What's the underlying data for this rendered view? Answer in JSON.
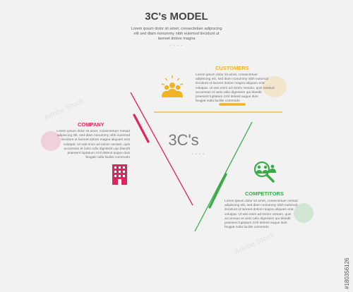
{
  "header": {
    "title": "3C's MODEL",
    "subtitle_lines": [
      "Lorem ipsum dolor sit amet, consectetuer adipiscing",
      "elit sed diam nonummy nibh euismod tincidunt ut",
      "laoreet dolore magna"
    ],
    "dots": "• • • •"
  },
  "center": {
    "label": "3C's",
    "dots": "• • • •"
  },
  "colors": {
    "customers": "#f0b323",
    "company": "#e0245e",
    "competitors": "#3bab4a"
  },
  "sections": {
    "customers": {
      "title": "CUSTOMERS",
      "icon": "people-group-icon",
      "lines": [
        "Lorem ipsum dolor sit amet, consectetuer",
        "adipiscing elit, sed diam nonummy nibh euismod",
        "tincidunt ut laoreet dolore magna aliquam erat",
        "volutpat. Ut wisi enim ad minim veniam, quis nostrud",
        "accumsan et iusto odio dignissim qui blandit",
        "praesent luptatum zzril delenit augue duis",
        "feugiat nulla facilisi commodo"
      ]
    },
    "company": {
      "title": "COMPANY",
      "icon": "office-building-icon",
      "lines": [
        "Lorem ipsum dolor sit amet, consectetuer mesad",
        "adipiscing elit, sed diam nonummy nibh euismod",
        "tincidunt ut laoreet dolore magna aliquam erat",
        "volutpat. Ut wisi enim ad minim veniam, quis",
        "accumsan et iusto odio dignissim qui blandit",
        "praesent luptatum zzril delenit augue duis",
        "feugiat nulla facilisi commodo"
      ]
    },
    "competitors": {
      "title": "COMPETITORS",
      "icon": "competitor-search-icon",
      "lines": [
        "Lorem ipsum dolor sit amet, consectetuer mesad",
        "adipiscing elit, sed diam nonummy nibh euismod",
        "tincidunt ut laoreet dolore magna aliquam erat",
        "volutpat. Ut wisi enim ad minim veniam, quis",
        "accumsan et iusto odio dignissim qui blandit",
        "praesent luptatum zzril delenit augue duis",
        "feugiat nulla facilisi commodo"
      ]
    }
  },
  "watermark": {
    "text": "Adobe Stock",
    "id": "#180356126"
  }
}
